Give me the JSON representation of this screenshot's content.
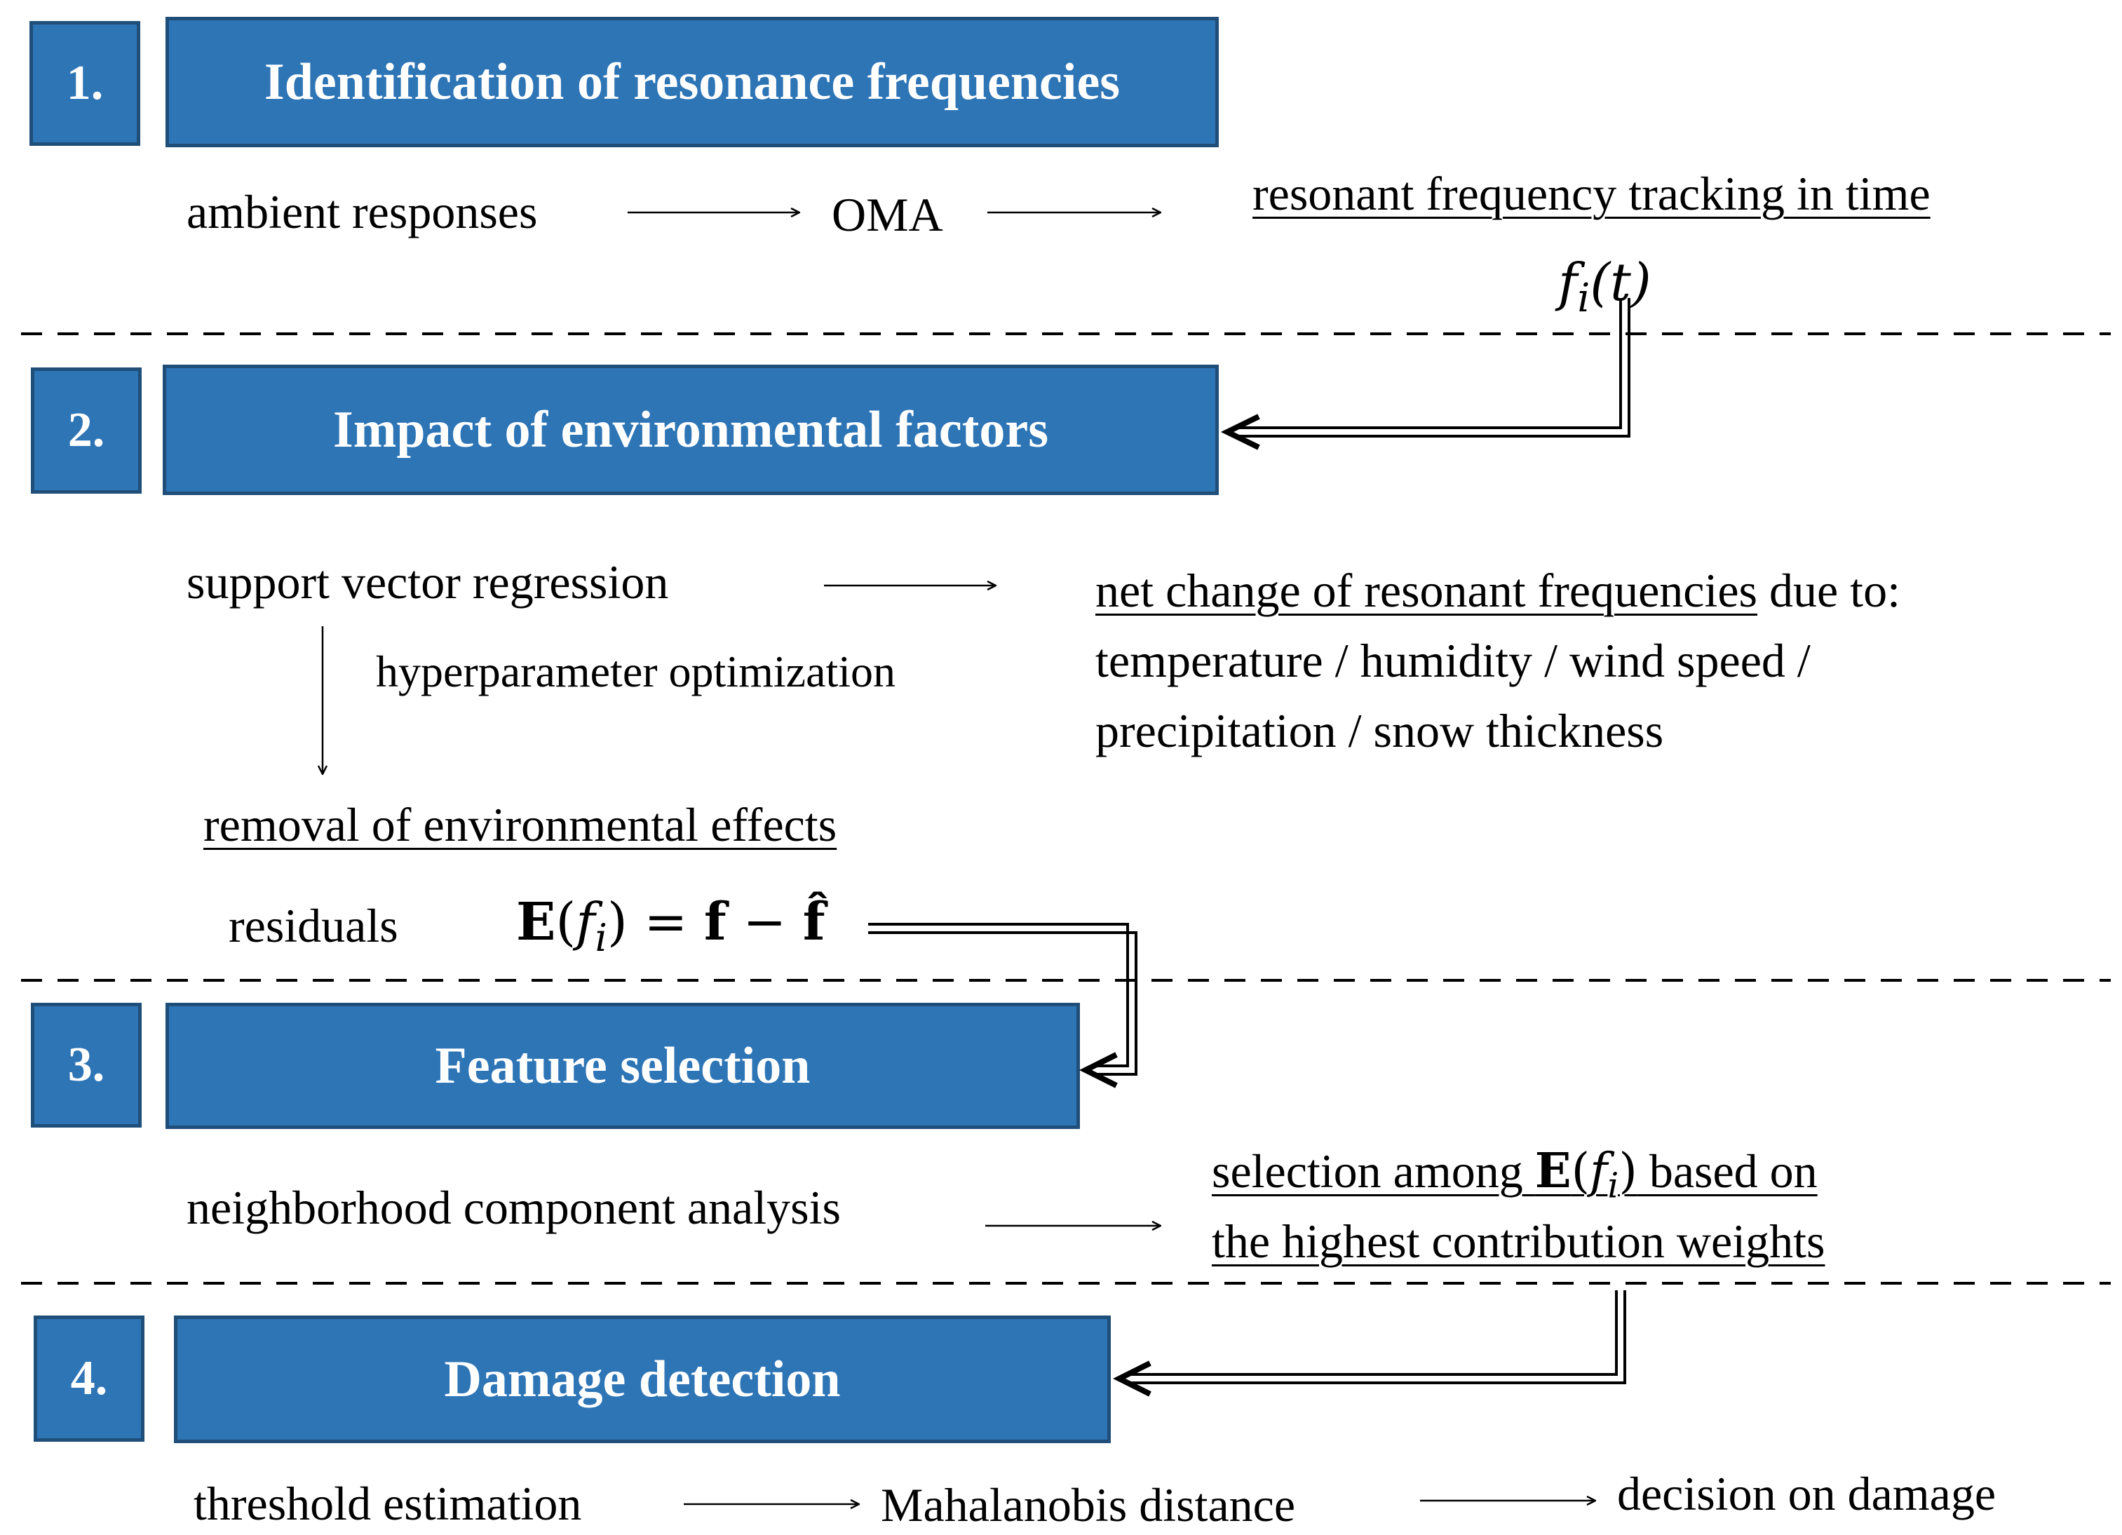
{
  "stages": [
    {
      "number": "1.",
      "title": "Identification of resonance frequencies"
    },
    {
      "number": "2.",
      "title": "Impact of environmental factors"
    },
    {
      "number": "3.",
      "title": "Feature selection"
    },
    {
      "number": "4.",
      "title": "Damage detection"
    }
  ],
  "stage1": {
    "input": "ambient responses",
    "method": "OMA",
    "output": "resonant frequency tracking in time",
    "formula_f": "f",
    "formula_i": "i",
    "formula_t": "(t)"
  },
  "stage2": {
    "method": "support vector regression",
    "sub": "hyperparameter optimization",
    "output_u": "net change of resonant frequencies",
    "output_rest": " due to:",
    "factors_1": "temperature / humidity / wind speed /",
    "factors_2": "precipitation / snow thickness",
    "removal": "removal  of environmental effects",
    "residuals": "residuals",
    "eq_E": "E",
    "eq_open": "(",
    "eq_f": "f",
    "eq_i": "i",
    "eq_close": ") = ",
    "eq_rhs_f": "f",
    "eq_minus": " − ",
    "eq_fhat": "f̂"
  },
  "stage3": {
    "method": "neighborhood component analysis",
    "out1_a": "selection among ",
    "out1_E": "E",
    "out1_open": "(",
    "out1_f": "f",
    "out1_i": "i",
    "out1_close": ")",
    "out1_b": " based on",
    "out2": "the highest  contribution weights"
  },
  "stage4": {
    "step1": "threshold estimation",
    "step2": "Mahalanobis distance",
    "step3": "decision on damage"
  },
  "colors": {
    "box_fill": "#2e75b6",
    "box_border": "#1f4e79",
    "text": "#000000",
    "box_text": "#ffffff"
  }
}
